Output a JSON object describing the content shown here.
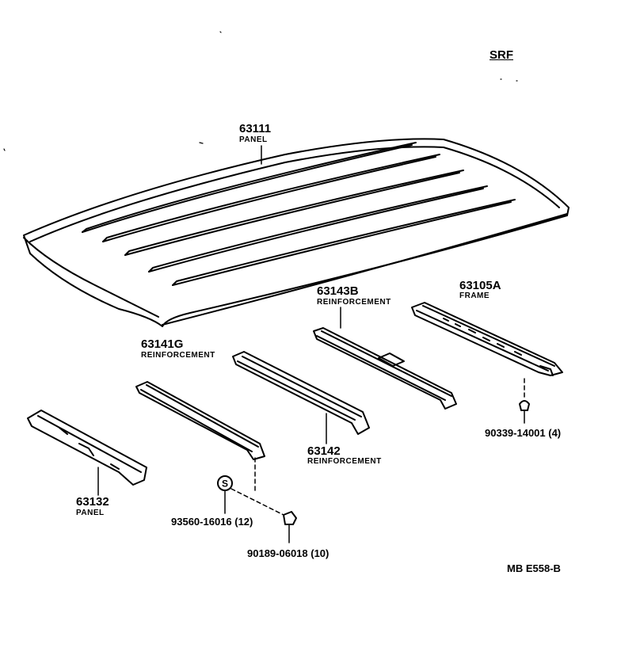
{
  "diagram": {
    "header_code": "SRF",
    "drawing_number": "MB E558-B",
    "parts": [
      {
        "number": "63111",
        "name": "PANEL"
      },
      {
        "number": "63143B",
        "name": "REINFORCEMENT"
      },
      {
        "number": "63105A",
        "name": "FRAME"
      },
      {
        "number": "63141G",
        "name": "REINFORCEMENT"
      },
      {
        "number": "63142",
        "name": "REINFORCEMENT"
      },
      {
        "number": "63132",
        "name": "PANEL"
      }
    ],
    "fasteners": [
      {
        "number": "90339-14001 (4)"
      },
      {
        "number": "93560-16016 (12)",
        "symbol": "S"
      },
      {
        "number": "90189-06018 (10)"
      }
    ]
  }
}
